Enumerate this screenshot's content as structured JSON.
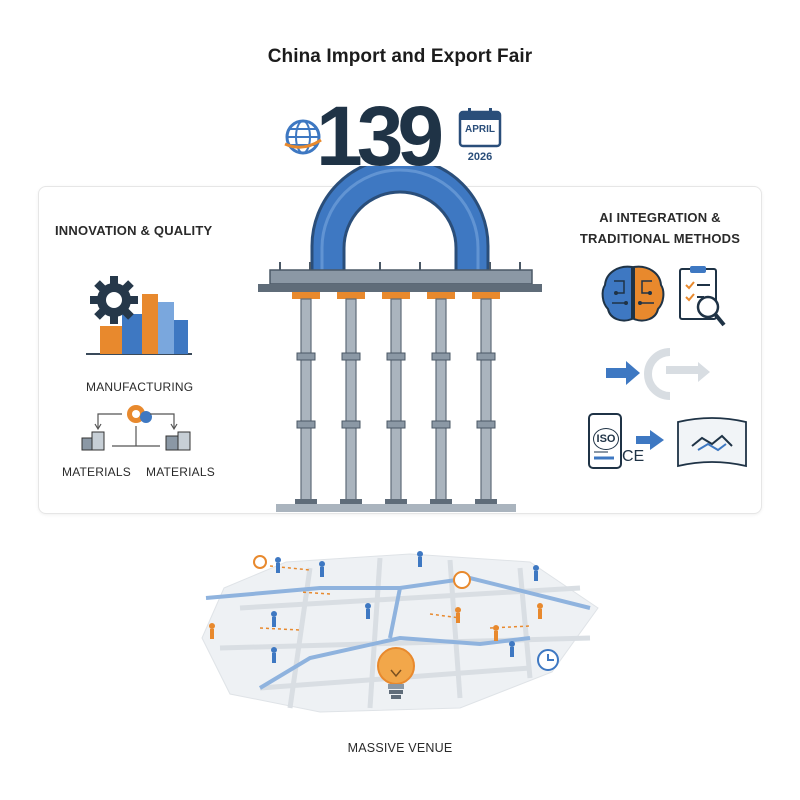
{
  "header": {
    "title": "China Import and Export Fair",
    "session_number": "139",
    "calendar": {
      "month": "APRIL",
      "year": "2026"
    }
  },
  "left_panel": {
    "heading": "INNOVATION & QUALITY",
    "manufacturing_label": "MANUFACTURING",
    "materials_left": "MATERIALS",
    "materials_right": "MATERIALS"
  },
  "right_panel": {
    "heading_line1": "AI INTEGRATION &",
    "heading_line2": "TRADITIONAL METHODS",
    "iso_badge": "ISO",
    "ce_mark": "CE"
  },
  "footer": {
    "venue_label": "MASSIVE VENUE"
  },
  "colors": {
    "navy": "#1f3346",
    "blue": "#3e78c2",
    "orange": "#e8892d",
    "steel": "#8b98a5"
  },
  "icons": [
    "globe-icon",
    "calendar-icon",
    "gear-icon",
    "brain-icon",
    "checklist-icon",
    "arrow-right-icon",
    "handshake-icon",
    "lightbulb-icon",
    "clock-icon"
  ]
}
